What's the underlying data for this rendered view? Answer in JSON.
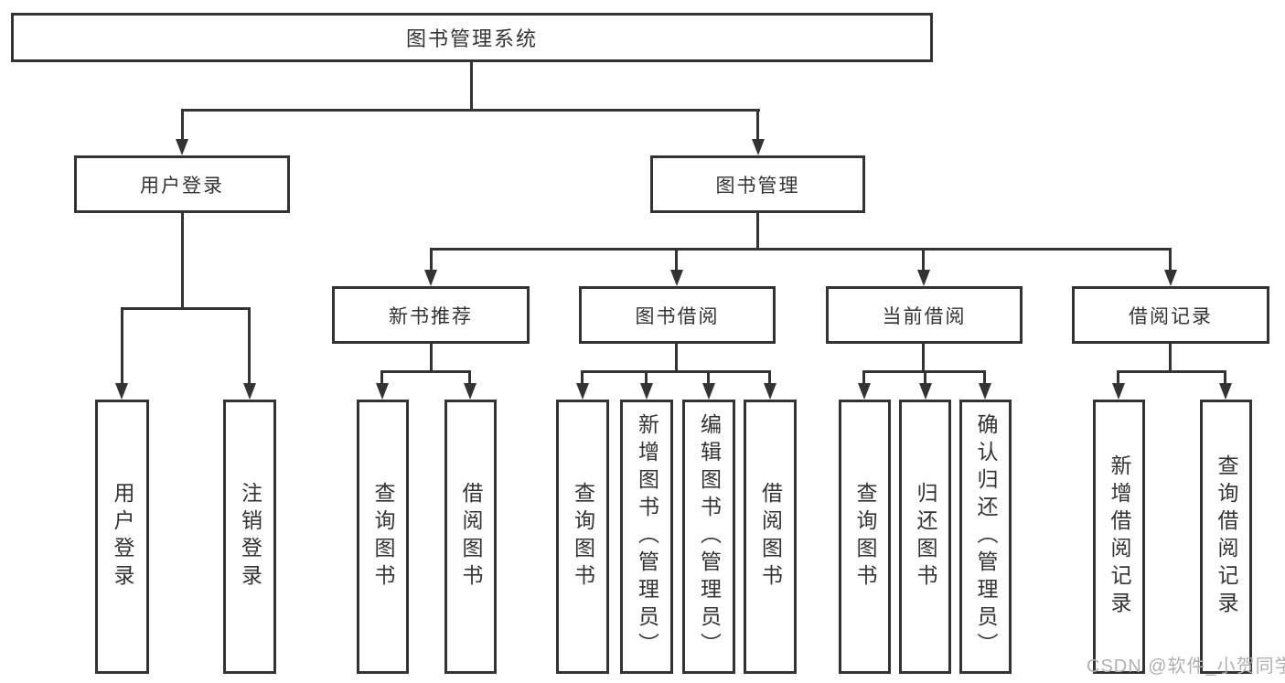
{
  "diagram": {
    "root": {
      "label": "图书管理系统"
    },
    "level2": {
      "user_login": {
        "label": "用户登录"
      },
      "book_management": {
        "label": "图书管理"
      }
    },
    "level3": {
      "new_book_recommend": {
        "label": "新书推荐"
      },
      "book_borrow": {
        "label": "图书借阅"
      },
      "current_borrow": {
        "label": "当前借阅"
      },
      "borrow_records": {
        "label": "借阅记录"
      }
    },
    "leaves": {
      "user_login": [
        "用户登录",
        "注销登录"
      ],
      "new_book_recommend": [
        "查询图书",
        "借阅图书"
      ],
      "book_borrow": [
        "查询图书",
        "新增图书（管理员）",
        "编辑图书（管理员）",
        "借阅图书"
      ],
      "current_borrow": [
        "查询图书",
        "归还图书",
        "确认归还（管理员）"
      ],
      "borrow_records": [
        "新增借阅记录",
        "查询借阅记录"
      ]
    },
    "colors": {
      "line": "#333333",
      "text": "#333333",
      "watermark": "#b0b0b0",
      "background": "#ffffff"
    }
  },
  "watermark": {
    "text": "CSDN @软件_小贺同学"
  }
}
